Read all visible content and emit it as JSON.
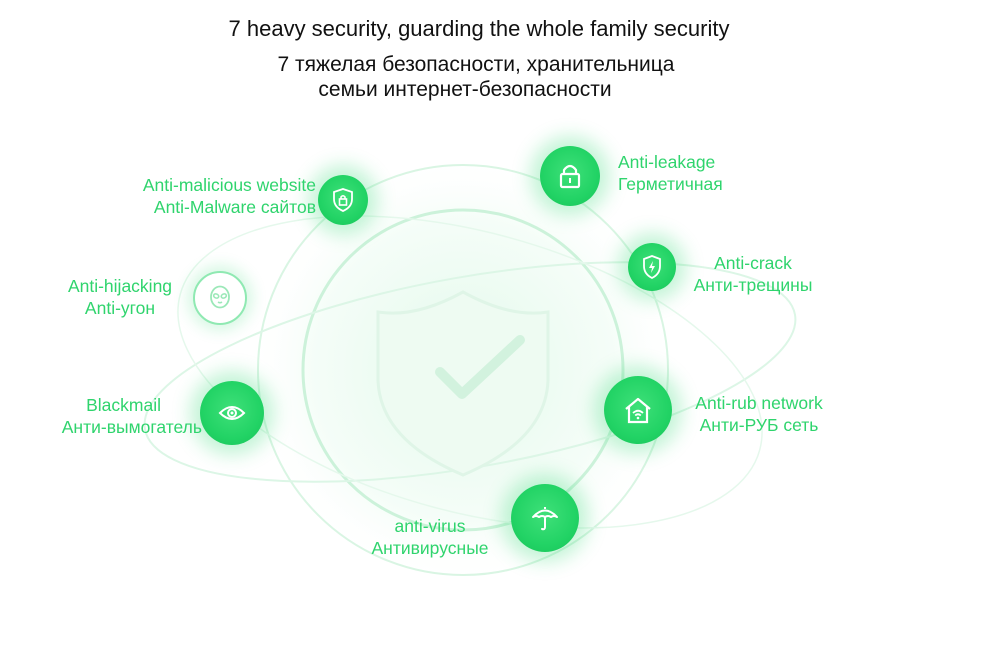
{
  "header": {
    "title_en": "7 heavy security, guarding the whole family security",
    "title_ru_line1": "7 тяжелая безопасности, хранительница",
    "title_ru_line2": "семьи интернет-безопасности"
  },
  "features": [
    {
      "en": "Anti-malicious website",
      "ru": "Anti-Malware сайтов",
      "icon": "shield-lock-icon"
    },
    {
      "en": "Anti-leakage",
      "ru": "Герметичная",
      "icon": "padlock-icon"
    },
    {
      "en": "Anti-crack",
      "ru": "Анти-трещины",
      "icon": "shield-lightning-icon"
    },
    {
      "en": "Anti-hijacking",
      "ru": "Anti-угон",
      "icon": "alien-face-icon"
    },
    {
      "en": "Blackmail",
      "ru": "Анти-вымогатель",
      "icon": "eye-icon"
    },
    {
      "en": "Anti-rub network",
      "ru": "Анти-РУБ сеть",
      "icon": "house-wifi-icon"
    },
    {
      "en": "anti-virus",
      "ru": "Антивирусные",
      "icon": "umbrella-icon"
    }
  ],
  "colors": {
    "accent_green": "#2fd46d",
    "node_green": "#22d365",
    "shield_pale": "#e8faee",
    "headline_text": "#111111"
  }
}
